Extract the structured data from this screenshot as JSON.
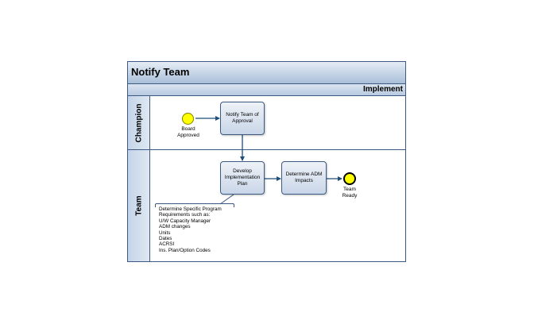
{
  "diagram": {
    "title": "Notify Team",
    "phase": "Implement",
    "lanes": [
      {
        "label": "Champion"
      },
      {
        "label": "Team"
      }
    ],
    "start_event": {
      "label_line1": "Board",
      "label_line2": "Approved"
    },
    "end_event": {
      "label_line1": "Team",
      "label_line2": "Ready"
    },
    "tasks": [
      {
        "line1": "Notify Team of",
        "line2": "Approval"
      },
      {
        "line1": "Develop",
        "line2": "Implementation",
        "line3": "Plan"
      },
      {
        "line1": "Determine ADM",
        "line2": "Impacts"
      }
    ],
    "annotation": [
      "Determine Specific Program",
      "Requirements such as:",
      "U/W Capacity Manager",
      "ADM changes",
      "Units",
      "Dates",
      "ACRSI",
      "Ins. Plan/Option Codes"
    ],
    "colors": {
      "border": "#3c5a82",
      "event_fill": "#ffff00",
      "task_fill": "#c9d6e8"
    }
  }
}
